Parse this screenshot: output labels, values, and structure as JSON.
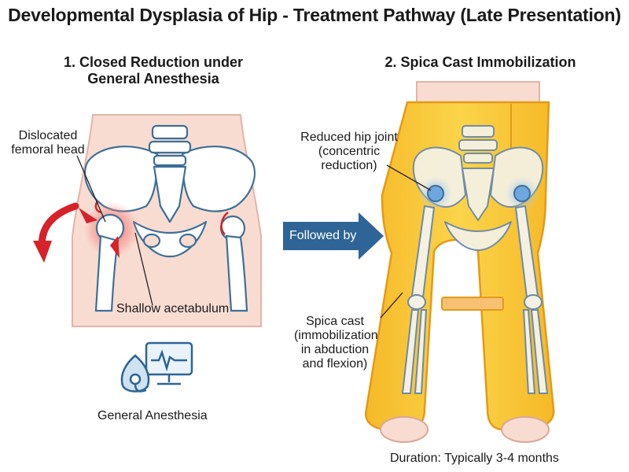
{
  "title": "Developmental Dysplasia of Hip - Treatment Pathway (Late Presentation)",
  "step1": {
    "title_line1": "1. Closed Reduction under",
    "title_line2": "General Anesthesia",
    "label_dislocated_line1": "Dislocated",
    "label_dislocated_line2": "femoral head",
    "label_shallow": "Shallow acetabulum",
    "label_anesthesia": "General Anesthesia"
  },
  "arrow": {
    "label": "Followed by"
  },
  "step2": {
    "title": "2. Spica Cast Immobilization",
    "label_reduced_line1": "Reduced hip joint",
    "label_reduced_line2": "(concentric",
    "label_reduced_line3": "reduction)",
    "label_cast_line1": "Spica cast",
    "label_cast_line2": "(immobilization",
    "label_cast_line3": "in abduction",
    "label_cast_line4": "and flexion)",
    "duration": "Duration: Typically 3-4 months"
  },
  "colors": {
    "skin": "#f8dcd2",
    "bone_outline": "#3f6f96",
    "cast": "#f7c52e",
    "cast_dark": "#e39a18",
    "arrow_blue": "#2e6496",
    "red": "#d6232a",
    "highlight_blue": "#8cb8e6"
  }
}
